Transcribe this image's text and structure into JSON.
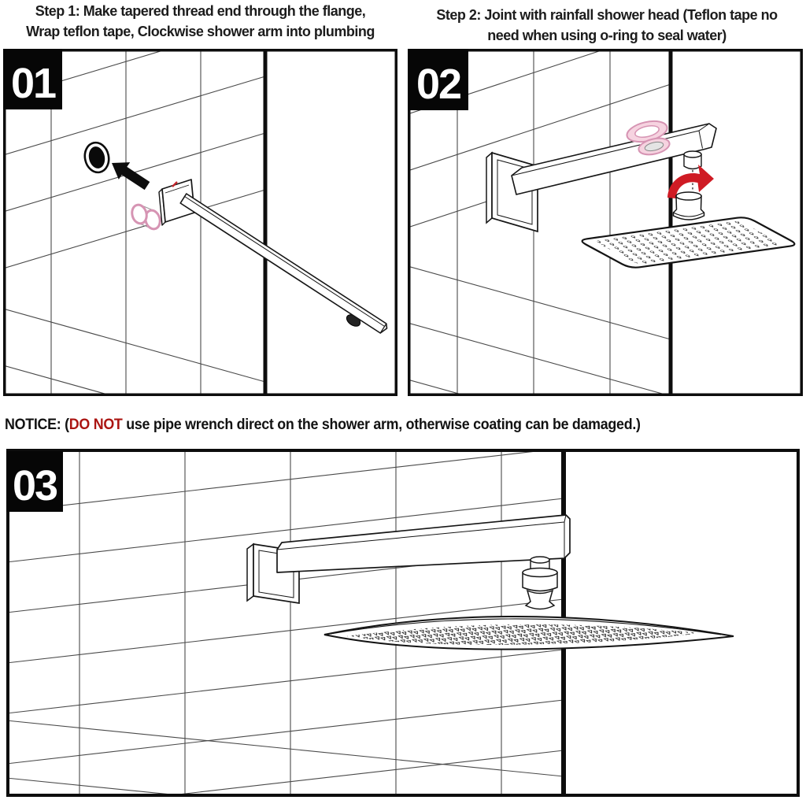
{
  "steps": {
    "step1": {
      "badge": "01",
      "title_line1": "Step 1: Make tapered thread end through the flange,",
      "title_line2": "Wrap teflon tape, Clockwise shower arm into plumbing"
    },
    "step2": {
      "badge": "02",
      "title_line1": "Step 2: Joint with rainfall shower head (Teflon tape no",
      "title_line2": "need when using o-ring to seal water)"
    },
    "step3": {
      "badge": "03"
    }
  },
  "notice": {
    "prefix": "NOTICE: (",
    "warning": "DO NOT",
    "suffix": " use pipe wrench direct on the shower arm, otherwise coating can be damaged.)"
  },
  "colors": {
    "ink": "#151515",
    "tile_line": "#4a4a4a",
    "warning_red": "#ab1512",
    "arrow_red": "#cf1b24",
    "flange_mark_red": "#c1272d",
    "teflon_pink_stroke": "#d694b3",
    "teflon_pink_fill": "#f6d3e0"
  },
  "icons": {
    "wall-hole-icon": "black filled ellipse with white ring",
    "direction-arrow-icon": "solid black arrow pointing up-left",
    "rotate-arrow-icon": "curved red clockwise arrow",
    "step-badge": "black square with white step number"
  }
}
